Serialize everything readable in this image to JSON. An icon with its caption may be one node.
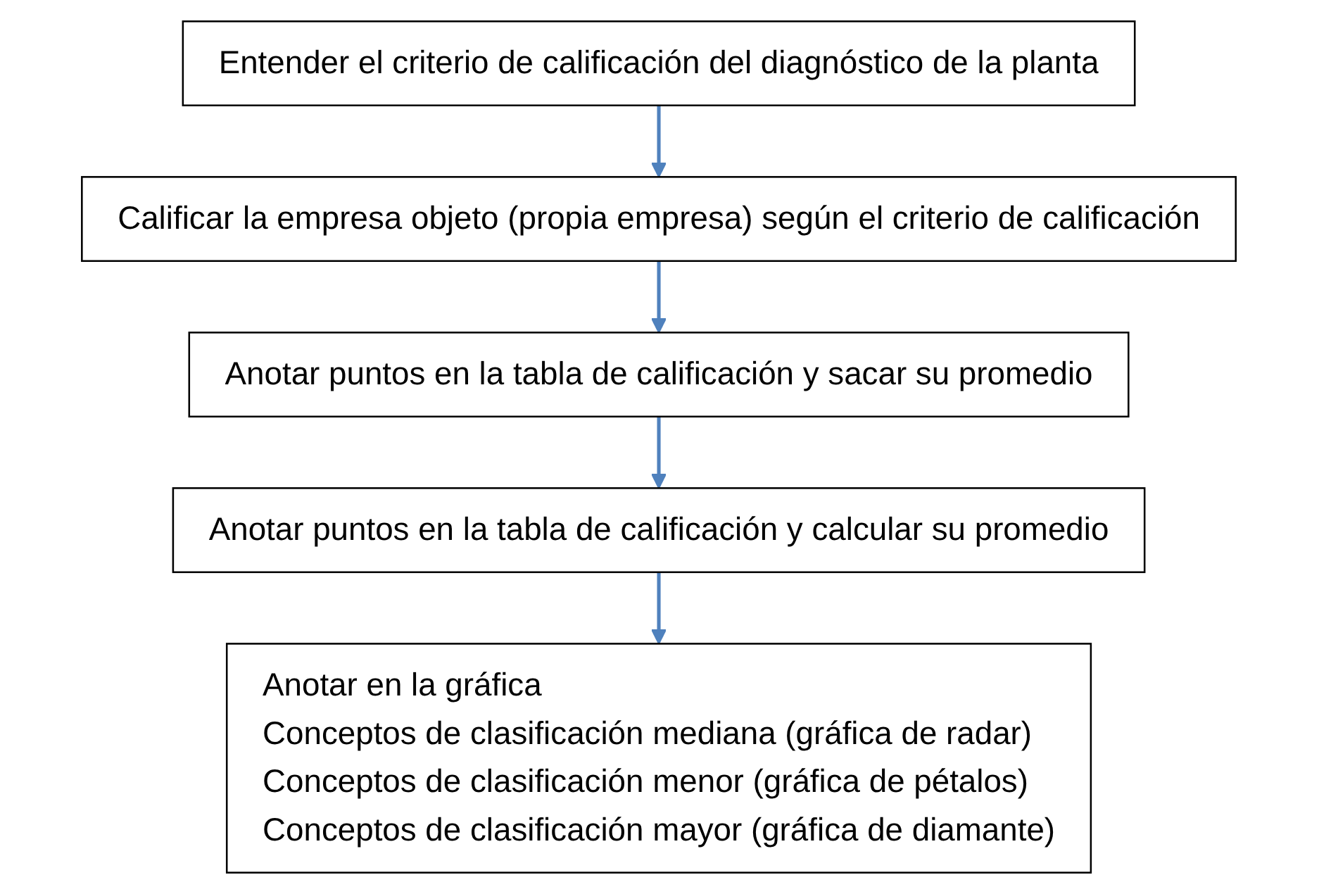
{
  "diagram": {
    "nodes": [
      {
        "text": [
          "Entender el criterio de calificación del diagnóstico de la planta"
        ]
      },
      {
        "text": [
          "Calificar la empresa objeto (propia empresa) según el criterio de calificación"
        ]
      },
      {
        "text": [
          "Anotar puntos en la tabla de calificación y sacar su promedio"
        ]
      },
      {
        "text": [
          "Anotar puntos en la tabla de calificación y calcular su promedio"
        ]
      },
      {
        "text": [
          "Anotar en la gráfica",
          "Conceptos de clasificación mediana (gráfica de radar)",
          "Conceptos de clasificación menor (gráfica de pétalos)",
          "Conceptos de clasificación mayor (gráfica de diamante)"
        ]
      }
    ],
    "edges": [
      {
        "from": 0,
        "to": 1,
        "arrow": "to"
      },
      {
        "from": 1,
        "to": 2,
        "arrow": "to"
      },
      {
        "from": 2,
        "to": 3,
        "arrow": "to"
      },
      {
        "from": 3,
        "to": 4,
        "arrow": "to"
      }
    ]
  }
}
